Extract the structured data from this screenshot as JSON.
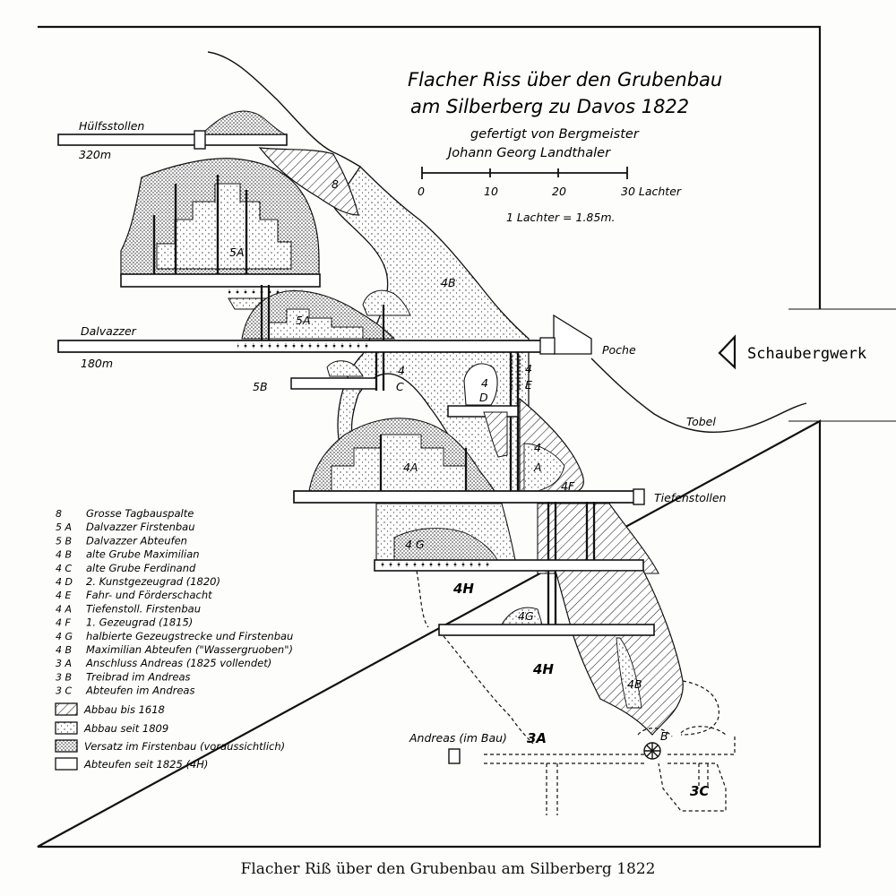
{
  "title": {
    "line1": "Flacher Riss über den Grubenbau",
    "line2": "am Silberberg zu Davos 1822",
    "line3": "gefertigt von Bergmeister",
    "line4": "Johann Georg Landthaler"
  },
  "scale": {
    "ticks": [
      "0",
      "10",
      "20",
      "30 Lachter"
    ],
    "note": "1 Lachter = 1.85m."
  },
  "labels": {
    "huelfsstollen": "Hülfsstollen",
    "elev_320": "320m",
    "dalvazzer": "Dalvazzer",
    "elev_180": "180m",
    "poche": "Poche",
    "tobel": "Tobel",
    "tiefenstollen": "Tiefenstollen",
    "andreas": "Andreas (im Bau)",
    "schaubergwerk": "Schaubergwerk"
  },
  "area_codes": {
    "c8": "8",
    "c5a_upper": "5A",
    "c5a_lower": "5A",
    "c4b_upper": "4B",
    "c5b": "5B",
    "c4c_a": "4",
    "c4c_b": "C",
    "c4d_a": "4",
    "c4d_b": "D",
    "c4e_a": "4",
    "c4e_b": "E",
    "c4a_center": "4A",
    "c4a_right_a": "4",
    "c4a_right_b": "A",
    "c4f": "4F",
    "c4g": "4 G",
    "c4h_upper": "4H",
    "c4h_lower": "4H",
    "c4g_lower": "4G",
    "c4b_lower": "4B",
    "c3a": "3A",
    "c3b": "B",
    "c3c": "3C"
  },
  "legend": {
    "items": [
      {
        "code": "8",
        "text": "Grosse Tagbauspalte"
      },
      {
        "code": "5 A",
        "text": "Dalvazzer Firstenbau"
      },
      {
        "code": "5 B",
        "text": "Dalvazzer Abteufen"
      },
      {
        "code": "4 B",
        "text": "alte Grube Maximilian"
      },
      {
        "code": "4 C",
        "text": "alte Grube Ferdinand"
      },
      {
        "code": "4 D",
        "text": "2. Kunstgezeugrad (1820)"
      },
      {
        "code": "4 E",
        "text": "Fahr- und Förderschacht"
      },
      {
        "code": "4 A",
        "text": "Tiefenstoll. Firstenbau"
      },
      {
        "code": "4 F",
        "text": "1. Gezeugrad (1815)"
      },
      {
        "code": "4 G",
        "text": "halbierte Gezeugstrecke und Firstenbau"
      },
      {
        "code": "4 B",
        "text": "Maximilian Abteufen (\"Wassergruoben\")"
      },
      {
        "code": "3 A",
        "text": "Anschluss Andreas (1825 vollendet)"
      },
      {
        "code": "3 B",
        "text": "Treibrad im Andreas"
      },
      {
        "code": "3 C",
        "text": "Abteufen im Andreas"
      }
    ],
    "symbols": [
      {
        "pattern": "hatch",
        "text": "Abbau bis 1618"
      },
      {
        "pattern": "sparse",
        "text": "Abbau seit 1809"
      },
      {
        "pattern": "dense",
        "text": "Versatz im Firstenbau (voraussichtlich)"
      },
      {
        "pattern": "empty",
        "text": "Abteufen seit 1825 (4H)"
      }
    ]
  },
  "caption": "Flacher Riß über den Grubenbau am Silberberg 1822"
}
